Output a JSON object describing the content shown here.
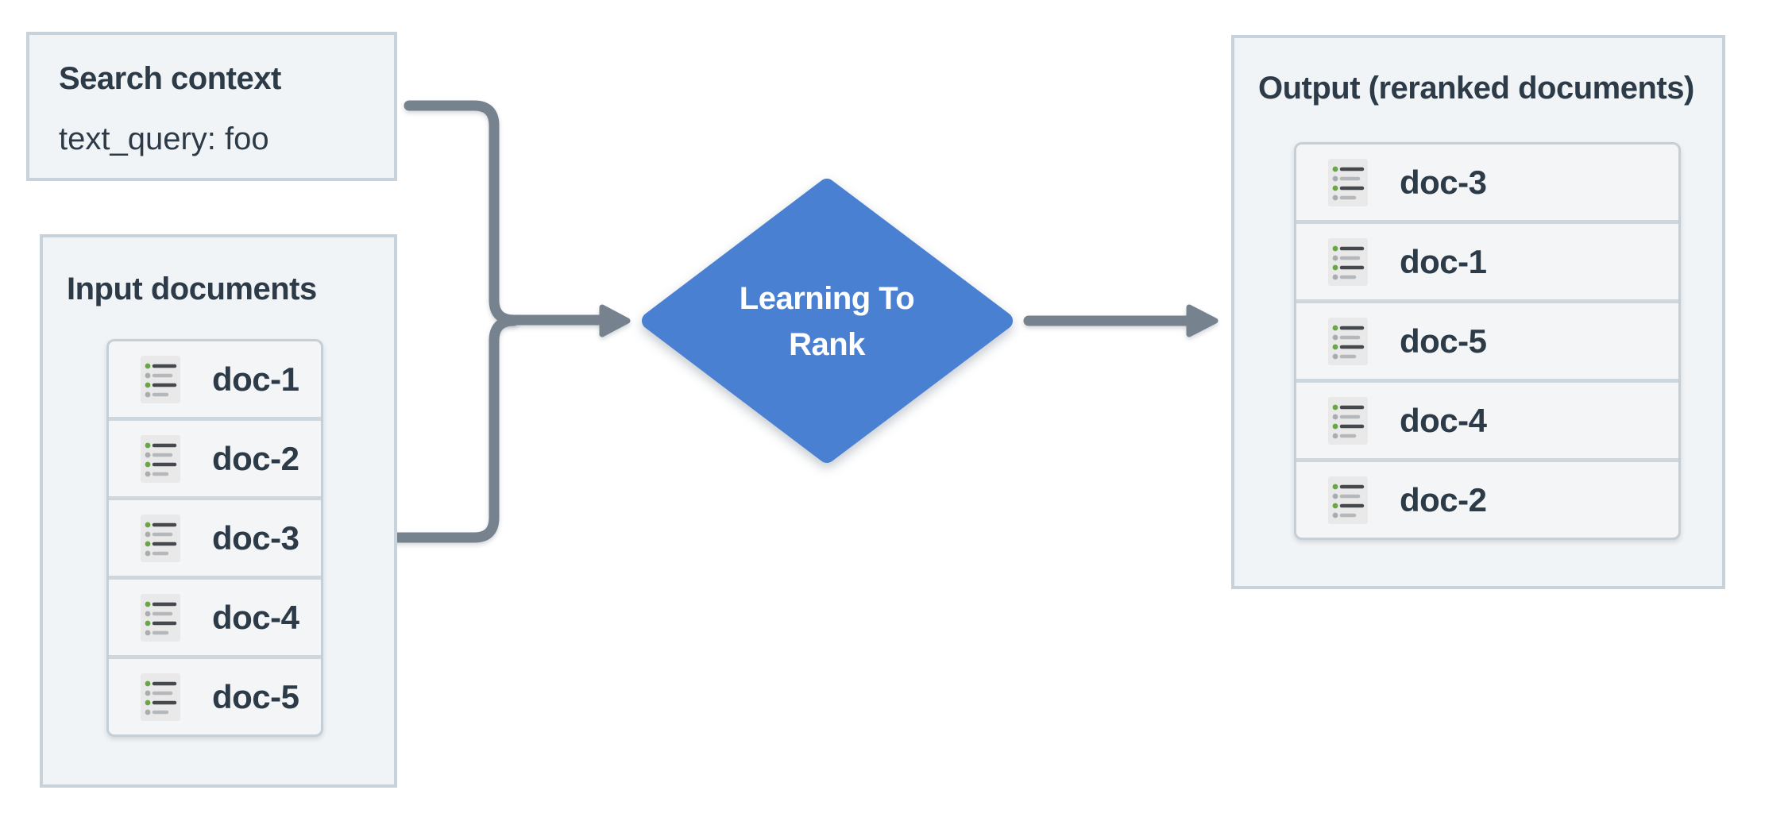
{
  "colors": {
    "diamond_blue": "#4a80d2",
    "arrow_gray": "#77828f",
    "box_fill": "#f1f4f6",
    "box_border": "#c8d2da",
    "stack_border": "#c4cfd8",
    "separator": "#cdd7df",
    "row_fill": "#f3f5f7",
    "text_dark": "#2d3b49",
    "icon_bg": "#e9e9e9",
    "icon_green": "#68a744",
    "icon_dot_gray": "#a9adb0",
    "icon_line_dark": "#45494e",
    "icon_line_gray": "#b5b8bb"
  },
  "search_context": {
    "title": "Search context",
    "query": "text_query: foo"
  },
  "input_documents": {
    "title": "Input documents",
    "docs": [
      "doc-1",
      "doc-2",
      "doc-3",
      "doc-4",
      "doc-5"
    ]
  },
  "ranker": {
    "line1": "Learning To",
    "line2": "Rank"
  },
  "output_documents": {
    "title": "Output (reranked documents)",
    "docs": [
      "doc-3",
      "doc-1",
      "doc-5",
      "doc-4",
      "doc-2"
    ]
  },
  "icons": {
    "doc_icon": "list-icon"
  }
}
